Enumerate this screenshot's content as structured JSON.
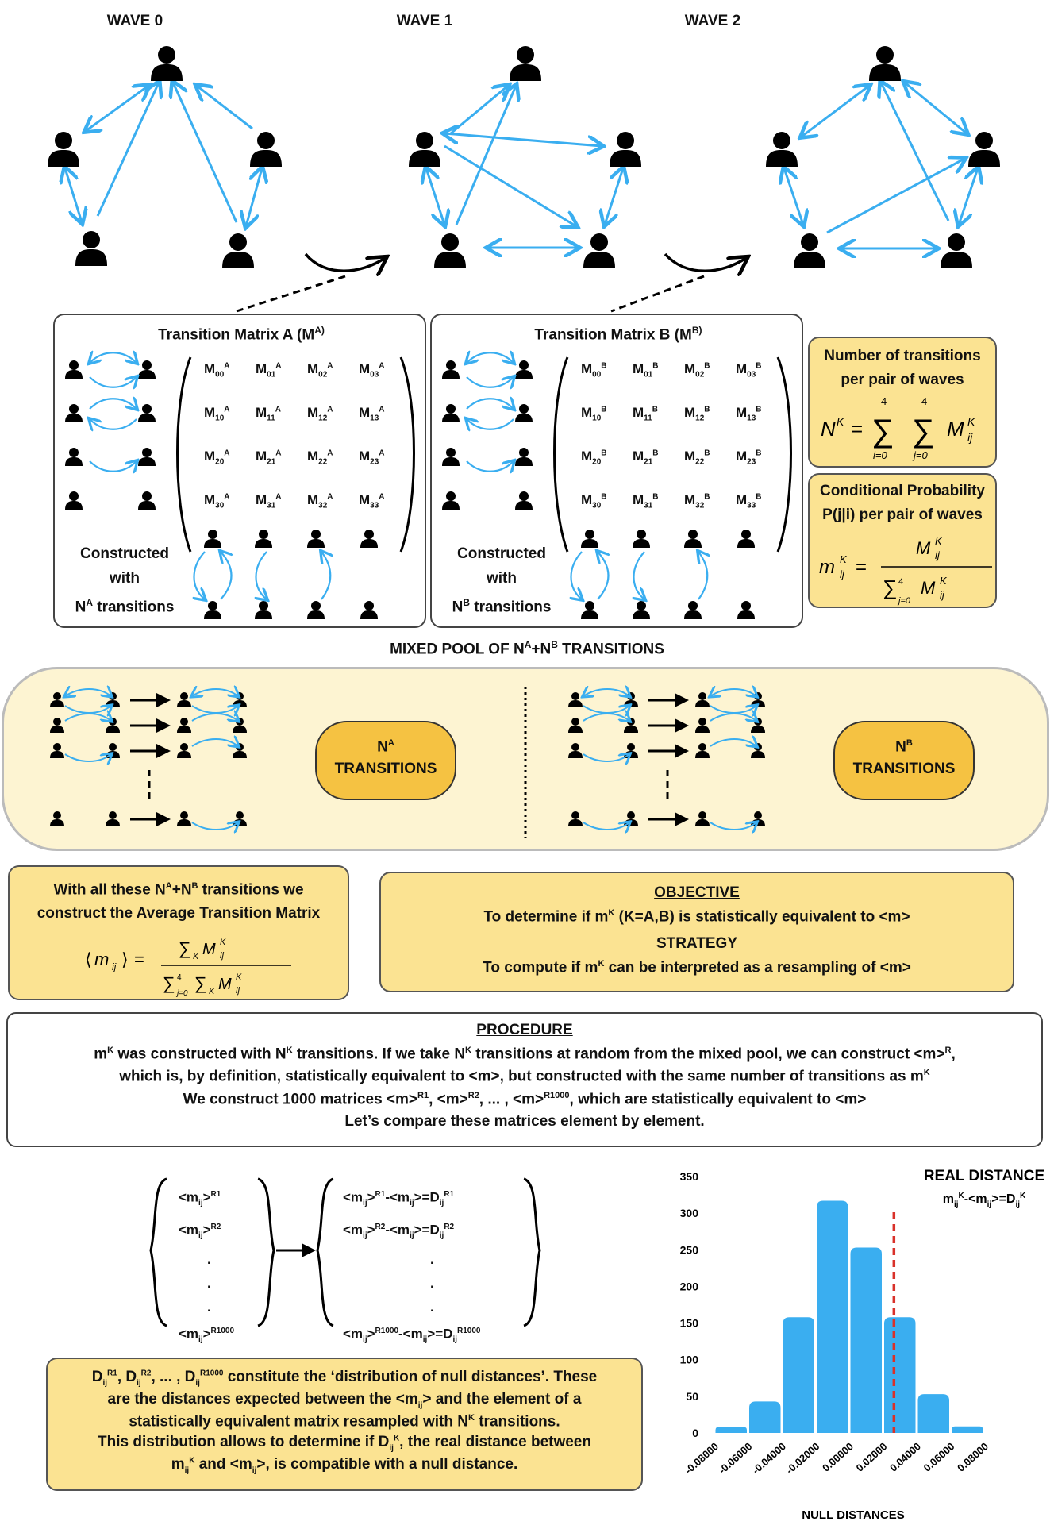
{
  "waves": [
    "WAVE 0",
    "WAVE 1",
    "WAVE 2"
  ],
  "matrix_a": {
    "title": "Transition Matrix A (M",
    "title_sup": "A)",
    "constructed_1": "Constructed",
    "constructed_2": "with",
    "constructed_3": "N",
    "constructed_sup": "A",
    "constructed_tail": " transitions",
    "cells": [
      [
        "M",
        "00",
        "A"
      ],
      [
        "M",
        "01",
        "A"
      ],
      [
        "M",
        "02",
        "A"
      ],
      [
        "M",
        "03",
        "A"
      ],
      [
        "M",
        "10",
        "A"
      ],
      [
        "M",
        "11",
        "A"
      ],
      [
        "M",
        "12",
        "A"
      ],
      [
        "M",
        "13",
        "A"
      ],
      [
        "M",
        "20",
        "A"
      ],
      [
        "M",
        "21",
        "A"
      ],
      [
        "M",
        "22",
        "A"
      ],
      [
        "M",
        "23",
        "A"
      ],
      [
        "M",
        "30",
        "A"
      ],
      [
        "M",
        "31",
        "A"
      ],
      [
        "M",
        "32",
        "A"
      ],
      [
        "M",
        "33",
        "A"
      ]
    ]
  },
  "matrix_b": {
    "title": "Transition Matrix B (M",
    "title_sup": "B)",
    "constructed_1": "Constructed",
    "constructed_2": "with",
    "constructed_3": "N",
    "constructed_sup": "B",
    "constructed_tail": " transitions",
    "cells": [
      [
        "M",
        "00",
        "B"
      ],
      [
        "M",
        "01",
        "B"
      ],
      [
        "M",
        "02",
        "B"
      ],
      [
        "M",
        "03",
        "B"
      ],
      [
        "M",
        "10",
        "B"
      ],
      [
        "M",
        "11",
        "B"
      ],
      [
        "M",
        "12",
        "B"
      ],
      [
        "M",
        "13",
        "B"
      ],
      [
        "M",
        "20",
        "B"
      ],
      [
        "M",
        "21",
        "B"
      ],
      [
        "M",
        "22",
        "B"
      ],
      [
        "M",
        "23",
        "B"
      ],
      [
        "M",
        "30",
        "B"
      ],
      [
        "M",
        "31",
        "B"
      ],
      [
        "M",
        "32",
        "B"
      ],
      [
        "M",
        "33",
        "B"
      ]
    ]
  },
  "num_transitions": {
    "line1": "Number of transitions",
    "line2": "per pair of waves"
  },
  "cond_prob": {
    "line1": "Conditional Probability",
    "line2": "P(j|i) per pair of waves"
  },
  "mixed_pool": {
    "title_a": "MIXED POOL OF N",
    "title_sup_a": "A",
    "title_b": "+N",
    "title_sup_b": "B",
    "title_c": " TRANSITIONS",
    "pill_a_1": "N",
    "pill_a_sup": "A",
    "pill_a_2": "TRANSITIONS",
    "pill_b_1": "N",
    "pill_b_sup": "B",
    "pill_b_2": "TRANSITIONS"
  },
  "average": {
    "line1a": "With all these N",
    "line1_supA": "A",
    "line1b": "+N",
    "line1_supB": "B",
    "line1c": " transitions we",
    "line2": "construct the Average Transition Matrix"
  },
  "objective": {
    "heading": "OBJECTIVE",
    "text_a": "To determine if m",
    "text_sup": "K",
    "text_b": " (K=A,B) is statistically equivalent to <m>",
    "strategy_heading": "STRATEGY",
    "strategy_a": "To compute if m",
    "strategy_sup": "K",
    "strategy_b": " can be interpreted as a resampling of <m>"
  },
  "procedure": {
    "heading": "PROCEDURE",
    "l1a": "m",
    "l1s1": "K",
    "l1b": " was constructed with N",
    "l1s2": "K",
    "l1c": " transitions. If we take N",
    "l1s3": "K",
    "l1d": " transitions at random from the mixed pool, we can construct <m>",
    "l1s4": "R",
    "l1e": ",",
    "l2a": "which is, by definition, statistically equivalent to <m>, but constructed with the same number of transitions as m",
    "l2s": "K",
    "l3a": "We construct 1000 matrices <m>",
    "l3s1": "R1",
    "l3b": ", <m>",
    "l3s2": "R2",
    "l3c": ", ... , <m>",
    "l3s3": "R1000",
    "l3d": ", which are statistically equivalent to <m>",
    "l4": "Let’s compare these matrices element by element."
  },
  "null_box": {
    "l1a": "D",
    "l1b": ", D",
    "l1c": ", ... , D",
    "l1d": " constitute the ‘distribution of null distances’. These",
    "sup1": "R1",
    "sup2": "R2",
    "sup3": "R1000",
    "sub": "ij",
    "l2a": "are the distances expected between the <m",
    "l2b": "> and the element of a",
    "l3a": "statistically equivalent matrix resampled with N",
    "l3s": "K",
    "l3b": " transitions.",
    "l4a": "This distribution allows to determine if D",
    "l4s": "K",
    "l4b": ", the real distance between",
    "l5a": "m",
    "l5s": "K",
    "l5b": " and <m",
    "l5c": ">, is compatible with a null distance."
  },
  "set_left": {
    "r1": "R1",
    "r2": "R2",
    "r1000": "R1000",
    "dot": "."
  },
  "chart_data": {
    "type": "bar",
    "title": "REAL DISTANCE",
    "annotation": "m_ij^K-<m_ij>=D_ij^K",
    "xlabel": "NULL DISTANCES",
    "ylabel": "",
    "x_ticks": [
      "-0.08000",
      "-0.06000",
      "-0.04000",
      "-0.02000",
      "0.00000",
      "0.02000",
      "0.04000",
      "0.06000",
      "0.08000"
    ],
    "y_ticks": [
      0,
      50,
      100,
      150,
      200,
      250,
      300,
      350
    ],
    "xlim": [
      -0.08,
      0.08
    ],
    "ylim": [
      0,
      350
    ],
    "bin_edges": [
      -0.08,
      -0.06,
      -0.04,
      -0.02,
      0.0,
      0.02,
      0.04,
      0.06,
      0.08
    ],
    "values": [
      8,
      43,
      158,
      317,
      253,
      158,
      53,
      9
    ],
    "real_distance": 0.0265,
    "bar_color": "#3aaef0",
    "line_color": "#d9312a"
  }
}
